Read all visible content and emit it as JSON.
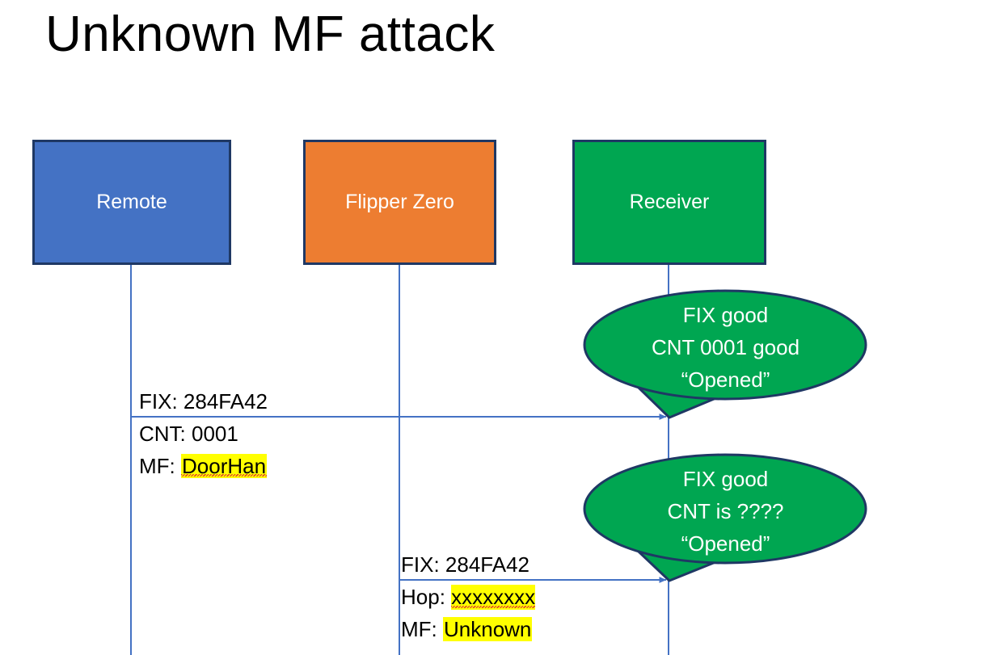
{
  "slide": {
    "title": "Unknown MF attack",
    "background_color": "#FFFFFF"
  },
  "colors": {
    "remote_fill": "#4472C4",
    "flipper_fill": "#ED7D31",
    "receiver_fill": "#00A651",
    "box_border": "#1F3864",
    "lifeline": "#4472C4",
    "arrow": "#4472C4",
    "bubble_fill": "#00A651",
    "bubble_border": "#1F3864",
    "highlight": "#FFFF00",
    "text_light": "#FFFFFF",
    "text_dark": "#000000",
    "spellcheck_underline": "#E03030"
  },
  "actors": [
    {
      "id": "remote",
      "label": "Remote",
      "fill": "#4472C4"
    },
    {
      "id": "flipper",
      "label": "Flipper Zero",
      "fill": "#ED7D31"
    },
    {
      "id": "receiver",
      "label": "Receiver",
      "fill": "#00A651"
    }
  ],
  "messages": [
    {
      "id": "msg-1",
      "from": "remote",
      "to": "receiver",
      "lines": [
        {
          "label": "FIX: ",
          "value": "284FA42",
          "highlighted": false,
          "spellcheck_flagged": false
        },
        {
          "label": "CNT: ",
          "value": "0001",
          "highlighted": false,
          "spellcheck_flagged": false
        },
        {
          "label": "MF: ",
          "value": "DoorHan",
          "highlighted": true,
          "spellcheck_flagged": true
        }
      ]
    },
    {
      "id": "msg-2",
      "from": "flipper",
      "to": "receiver",
      "lines": [
        {
          "label": "FIX: ",
          "value": "284FA42",
          "highlighted": false,
          "spellcheck_flagged": false
        },
        {
          "label": "Hop: ",
          "value": "xxxxxxxx",
          "highlighted": true,
          "spellcheck_flagged": true
        },
        {
          "label": "MF: ",
          "value": "Unknown",
          "highlighted": true,
          "spellcheck_flagged": false
        }
      ]
    }
  ],
  "callouts": [
    {
      "id": "callout-1",
      "attached_to": "receiver",
      "lines": [
        "FIX good",
        "CNT 0001 good",
        "“Opened”"
      ]
    },
    {
      "id": "callout-2",
      "attached_to": "receiver",
      "lines": [
        "FIX good",
        "CNT is ????",
        "“Opened”"
      ]
    }
  ]
}
